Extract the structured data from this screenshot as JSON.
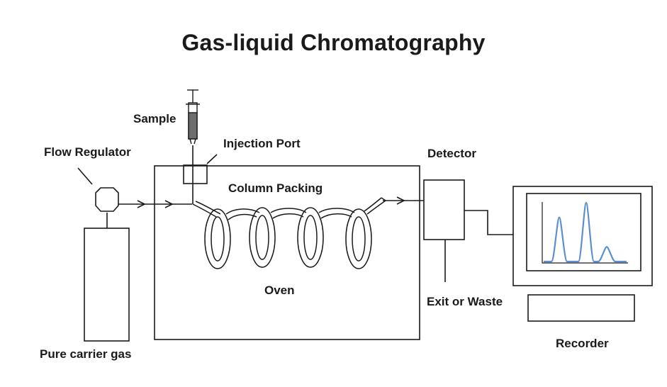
{
  "title": "Gas-liquid Chromatography",
  "labels": {
    "sample": "Sample",
    "injection_port": "Injection Port",
    "flow_regulator": "Flow Regulator",
    "detector": "Detector",
    "column_packing": "Column Packing",
    "oven": "Oven",
    "exit_or_waste": "Exit or Waste",
    "pure_carrier_gas": "Pure carrier gas",
    "recorder": "Recorder"
  },
  "colors": {
    "line": "#1a1a1a",
    "chromatogram": "#5b8fcf",
    "background": "#ffffff"
  },
  "chromatogram_peaks": [
    0.75,
    1.0,
    0.25
  ]
}
